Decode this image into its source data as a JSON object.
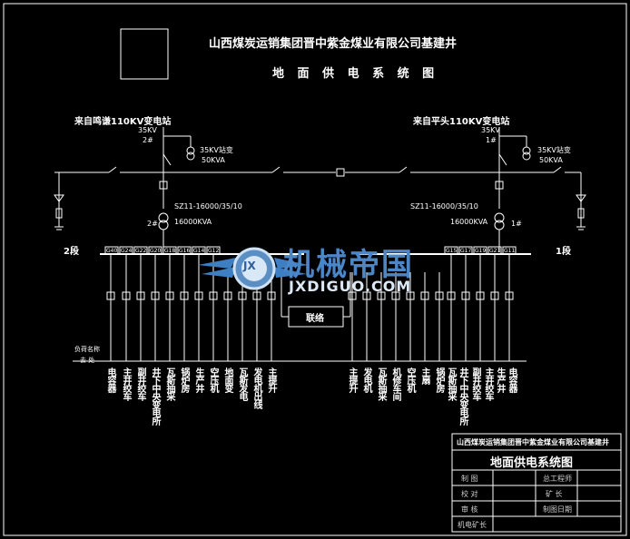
{
  "header": {
    "company": "山西煤炭运销集团晋中紫金煤业有限公司基建井",
    "drawing_title": "地 面 供 电 系 统 图"
  },
  "left_source": {
    "from": "来自鸣谦110KV变电站",
    "voltage": "35KV",
    "number": "2#",
    "station_transformer": "35KV站变",
    "station_capacity": "50KVA",
    "main_transformer_model": "SZ11-16000/35/10",
    "main_transformer_number": "2#",
    "main_transformer_capacity": "16000KVA",
    "section": "2段"
  },
  "right_source": {
    "from": "来自平头110KV变电站",
    "voltage": "35KV",
    "number": "1#",
    "station_transformer": "35KV站变",
    "station_capacity": "50KVA",
    "main_transformer_model": "SZ11-16000/35/10",
    "main_transformer_number": "1#",
    "main_transformer_capacity": "16000KVA",
    "section": "1段"
  },
  "tie_label": "联络",
  "row_labels": {
    "line1": "负荷名称",
    "line2": "去 处"
  },
  "left_bays": [
    "G40",
    "G24",
    "G22",
    "G20",
    "G18",
    "G16",
    "G14",
    "G12"
  ],
  "right_bays": [
    "G15",
    "G17",
    "G19",
    "G21",
    "G11"
  ],
  "left_loads": [
    "电容器",
    "主井绞车",
    "副井绞车",
    "井下中央变电所",
    "瓦斯抽采",
    "锅炉房",
    "生产井",
    "空压机",
    "地面变",
    "瓦斯发电",
    "发电机出线",
    "主提升"
  ],
  "right_loads": [
    "主提升",
    "发电机",
    "瓦斯抽采",
    "机修车间",
    "空压机",
    "主扇",
    "锅炉房",
    "瓦斯抽采",
    "井下中央变电所",
    "副井绞车",
    "主井绞车",
    "生产井",
    "电容器"
  ],
  "watermark": {
    "cn": "机械帝国",
    "en": "JXDIGUO.COM",
    "badge": "JX"
  },
  "title_block": {
    "company": "山西煤炭运销集团晋中紫金煤业有限公司基建井",
    "drawing": "地面供电系统图",
    "rows": [
      [
        "制 图",
        "",
        "总工程师",
        ""
      ],
      [
        "校 对",
        "",
        "矿 长",
        ""
      ],
      [
        "审 核",
        "",
        "制图日期",
        ""
      ],
      [
        "机电矿长",
        "",
        "",
        ""
      ]
    ]
  }
}
